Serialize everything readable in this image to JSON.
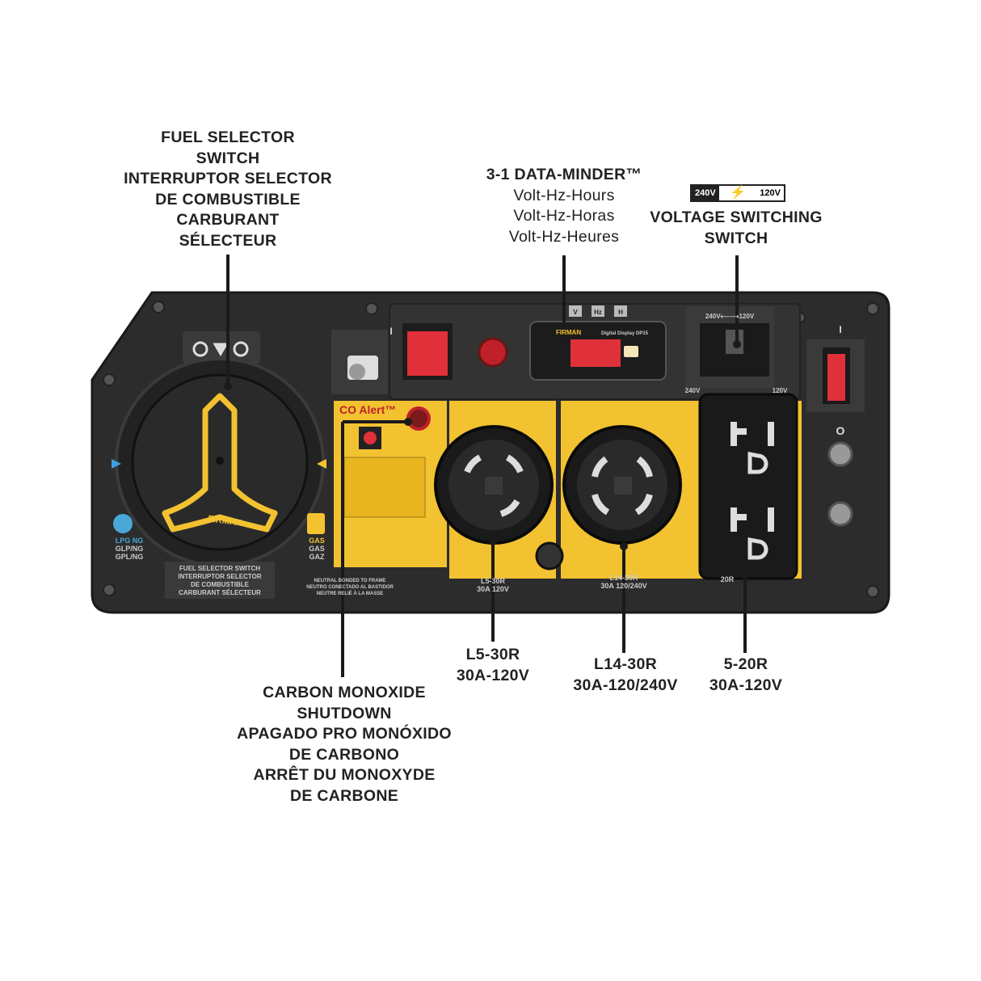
{
  "callouts": {
    "fuel_selector": [
      "FUEL SELECTOR",
      "SWITCH",
      "INTERRUPTOR SELECTOR",
      "DE COMBUSTIBLE",
      "CARBURANT",
      "SÉLECTEUR"
    ],
    "data_minder": [
      "3-1 DATA-MINDER™",
      "Volt-Hz-Hours",
      "Volt-Hz-Horas",
      "Volt-Hz-Heures"
    ],
    "voltage_switch": [
      "VOLTAGE SWITCHING",
      "SWITCH"
    ],
    "voltage_badge": {
      "left": "240V",
      "right": "120V"
    },
    "co_shutdown": [
      "CARBON MONOXIDE",
      "SHUTDOWN",
      "APAGADO PRO MONÓXIDO",
      "DE CARBONO",
      "ARRÊT DU MONOXYDE",
      "DE CARBONE"
    ],
    "l5_30r": [
      "L5-30R",
      "30A-120V"
    ],
    "l14_30r": [
      "L14-30R",
      "30A-120/240V"
    ],
    "r5_20r": [
      "5-20R",
      "30A-120V"
    ]
  },
  "panel": {
    "fuel_plate": [
      "FUEL SELECTOR SWITCH",
      "INTERRUPTOR SELECTOR",
      "DE COMBUSTIBLE",
      "CARBURANT SÉLECTEUR"
    ],
    "knob_brand": "FIRMAN",
    "lpg_label": "LPG NG",
    "lpg_sub": [
      "GLP/NG",
      "GPL/NG"
    ],
    "gas_label": "GAS",
    "gas_sub": [
      "GAS",
      "GAZ"
    ],
    "co_alert": "CO Alert™",
    "display_brand": "FIRMAN",
    "display_sub": "Digital Display DP15",
    "display_keys": [
      "V",
      "Hz",
      "H"
    ],
    "switch_plate": "240V⟵⟶120V",
    "switch_left": "240V",
    "switch_right": "120V",
    "neutral_text": [
      "NEUTRAL BONDED TO FRAME",
      "NEUTRO CONECTADO AL BASTIDOR",
      "NEUTRE RELIÉ À LA MASSE"
    ],
    "outlet_l5": [
      "L5-30R",
      "30A 120V"
    ],
    "outlet_l14": [
      "L14-30R",
      "30A 120/240V"
    ],
    "outlet_520": "20R",
    "rocker_on": "I",
    "rocker_off": "O",
    "main_switch_on": "I"
  },
  "colors": {
    "panel": "#2b2b2b",
    "panel_edge": "#1c1c1c",
    "yellow": "#f2c230",
    "red": "#e0303a",
    "leader": "#1a1a1a",
    "text": "#222222"
  }
}
